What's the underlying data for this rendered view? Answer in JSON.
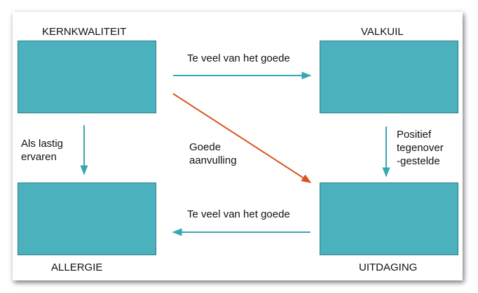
{
  "colors": {
    "box_fill": "#4ab1bd",
    "box_border": "#2a7f8a",
    "arrow_teal": "#3aa6b3",
    "arrow_orange": "#d9541e",
    "text": "#111111"
  },
  "quadrants": {
    "top_left": "KERNKWALITEIT",
    "top_right": "VALKUIL",
    "bottom_left": "ALLERGIE",
    "bottom_right": "UITDAGING"
  },
  "arrows": {
    "top": "Te veel van het goede",
    "bottom": "Te veel van het goede",
    "left": "Als lastig\nervaren",
    "right": "Positief\ntegenover\n-gestelde",
    "diagonal": "Goede\naanvulling"
  }
}
